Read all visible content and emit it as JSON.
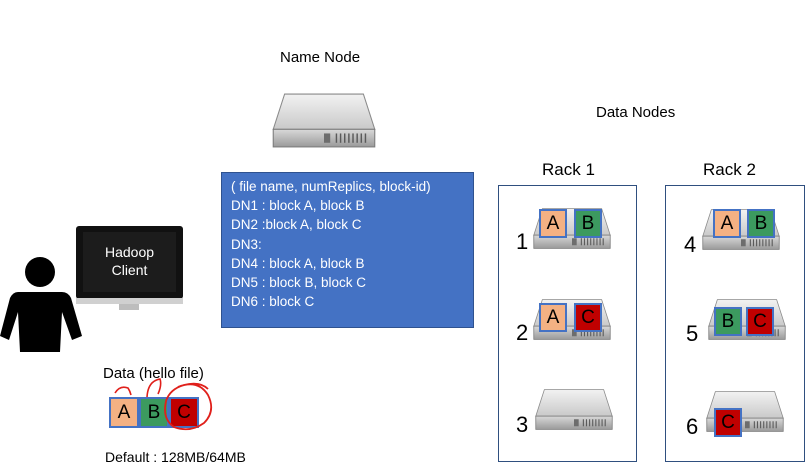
{
  "diagram": {
    "namenode_title": "Name Node",
    "datanodes_title": "Data Nodes",
    "metadata": {
      "lines": [
        "( file name, numReplics, block-id)",
        "DN1 : block A, block B",
        "DN2 :block A, block C",
        "DN3:",
        "DN4 : block A, block B",
        "DN5 : block B, block C",
        "DN6 : block C"
      ]
    },
    "client": {
      "line1": "Hadoop",
      "line2": "Client"
    },
    "data_title": "Data (hello file)",
    "default_text": "Default : 128MB/64MB",
    "file_blocks": [
      "A",
      "B",
      "C"
    ],
    "racks": [
      {
        "title": "Rack 1",
        "nodes": [
          {
            "number": "1",
            "blocks": [
              "A",
              "B"
            ]
          },
          {
            "number": "2",
            "blocks": [
              "A",
              "C"
            ]
          },
          {
            "number": "3",
            "blocks": []
          }
        ]
      },
      {
        "title": "Rack 2",
        "nodes": [
          {
            "number": "4",
            "blocks": [
              "A",
              "B"
            ]
          },
          {
            "number": "5",
            "blocks": [
              "B",
              "C"
            ]
          },
          {
            "number": "6",
            "blocks": [
              "C"
            ]
          }
        ]
      }
    ],
    "colors": {
      "block_a": "#f4b183",
      "block_b": "#3c9a5f",
      "block_c": "#c00000",
      "metadata_bg": "#4472c4",
      "annotation_red": "#e0201b"
    }
  }
}
